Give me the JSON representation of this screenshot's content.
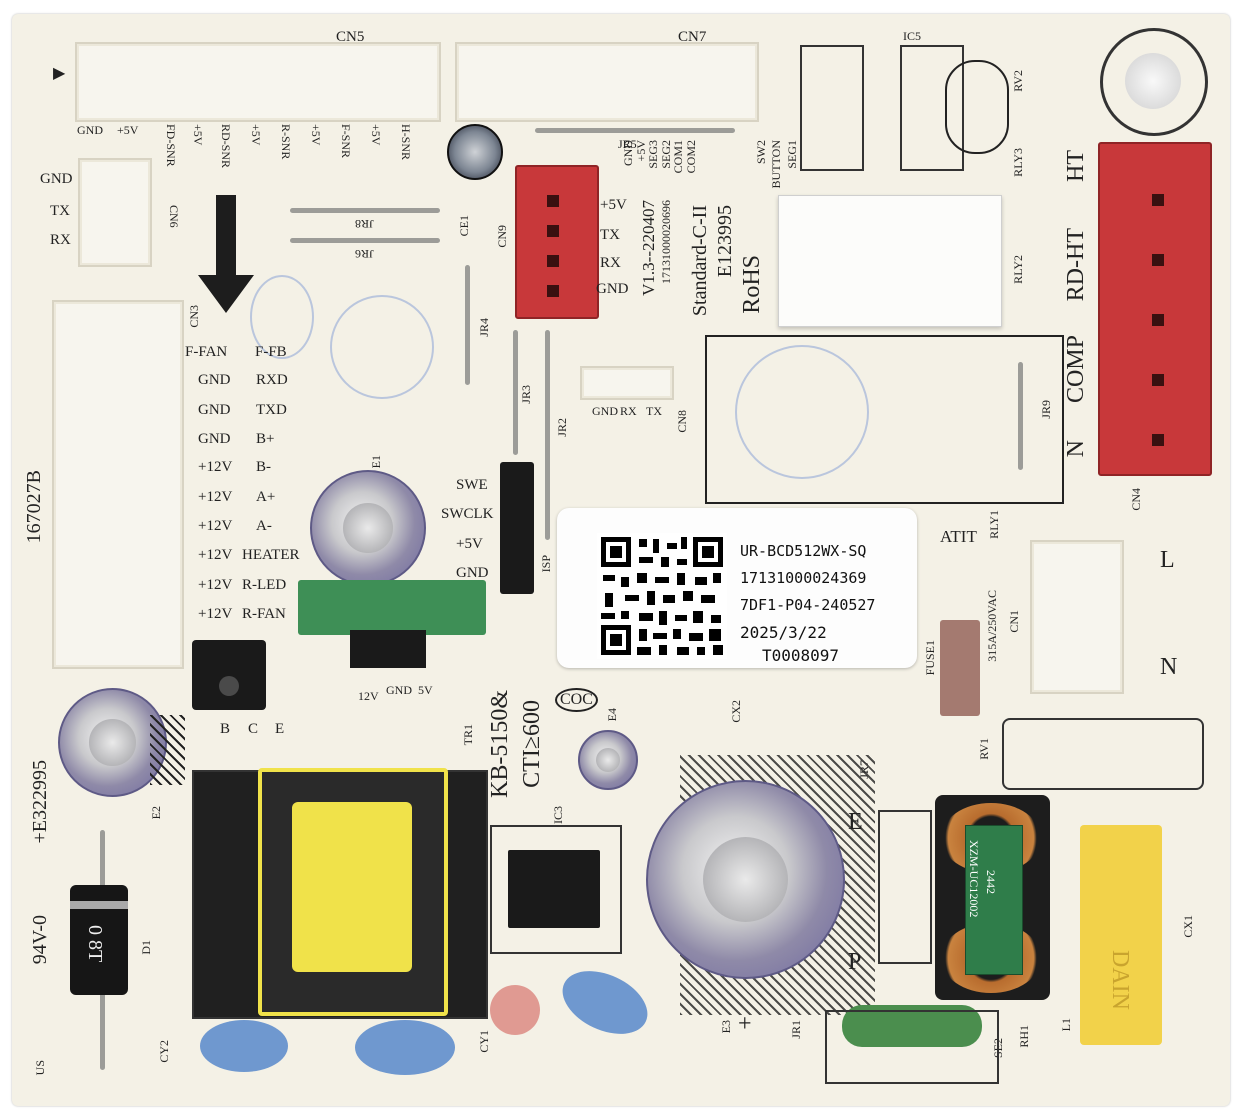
{
  "connectors": {
    "cn5": "CN5",
    "cn7": "CN7",
    "cn6": "CN6",
    "cn9": "CN9",
    "cn3": "CN3",
    "cn8": "CN8",
    "cn4": "CN4",
    "cn1": "CN1"
  },
  "cn5_pins": [
    "GND",
    "+5V",
    "FD-SNR",
    "+5V",
    "RD-SNR",
    "+5V",
    "R-SNR",
    "+5V",
    "F-SNR",
    "+5V",
    "H-SNR"
  ],
  "cn6_pins": [
    "GND",
    "TX",
    "RX"
  ],
  "cn9_pins": [
    "+5V",
    "TX",
    "RX",
    "GND"
  ],
  "cn3_left_col": [
    "F-FAN",
    "GND",
    "GND",
    "GND",
    "+12V",
    "+12V",
    "+12V",
    "+12V",
    "+12V",
    "+12V"
  ],
  "cn3_right_col": [
    "F-FB",
    "RXD",
    "TXD",
    "B+",
    "B-",
    "A+",
    "A-",
    "HEATER",
    "R-LED",
    "R-FAN"
  ],
  "cn8_pins": [
    "GND",
    "RX",
    "TX"
  ],
  "cn4_pins": [
    "HT",
    "RD-HT",
    "COMP",
    "N"
  ],
  "cn1_pins": [
    "L",
    "N"
  ],
  "isp_pins": [
    "SWE",
    "SWCLK",
    "+5V",
    "GND"
  ],
  "isp_label": "ISP",
  "small_header_pins": [
    "12V",
    "GND",
    "5V"
  ],
  "transistor_pins": [
    "B",
    "C",
    "E"
  ],
  "jumpers": [
    "JR5",
    "JR8",
    "JR6",
    "JR4",
    "JR3",
    "JR2",
    "JR9",
    "JR7",
    "JR1"
  ],
  "components": {
    "ic5": "IC5",
    "rv2": "RV2",
    "rly3": "RLY3",
    "rly2": "RLY2",
    "rly1": "RLY1",
    "ce1": "CE1",
    "e1": "E1",
    "e2": "E2",
    "e3": "E3",
    "e4": "E4",
    "d1": "D1",
    "tr1": "TR1",
    "ic3": "IC3",
    "cy1": "CY1",
    "cy2": "CY2",
    "cx1": "CX1",
    "cx2": "CX2",
    "rv1": "RV1",
    "l1": "L1",
    "rh1": "RH1",
    "fuse1": "FUSE1",
    "se2": "SE2"
  },
  "rly_block_text": [
    "SEG1",
    "BUTTON",
    "SW2",
    "COM2",
    "COM1",
    "SEG2",
    "SEG3",
    "+5V",
    "GND"
  ],
  "board_text": {
    "part_no": "17131000020696",
    "version": "V1.3--220407",
    "standard": "Standard-C-II",
    "cert": "E123995",
    "rohs": "RoHS",
    "side_code": "167027B",
    "bottom_code": "+E322995",
    "ul_code": "94V-0",
    "us": "US",
    "cti": "CTI≥600",
    "kb": "KB-5150&",
    "coc": "COC",
    "fuse_rating": "315A/250VAC",
    "fuse_name": "ATIT",
    "choke_label": "XZM-UC12002",
    "choke_code": "2442",
    "cx1_brand": "DAIN",
    "diode_mark": "0 8T",
    "plus": "+",
    "e": "E",
    "p": "P"
  },
  "label": {
    "model": "UR-BCD512WX-SQ",
    "serial": "17131000024369",
    "code": "7DF1-P04-240527",
    "date": "2025/3/22",
    "lot": "T0008097"
  },
  "colors": {
    "board": "#f4f1e6",
    "red_connector": "#c8383a",
    "cap_blue": "#8f8aa8",
    "inductor_yellow": "#f0e24a",
    "cx1_yellow": "#f2d24a",
    "y_cap_blue": "#6f98cf",
    "green_pcb": "#3e8f56"
  }
}
